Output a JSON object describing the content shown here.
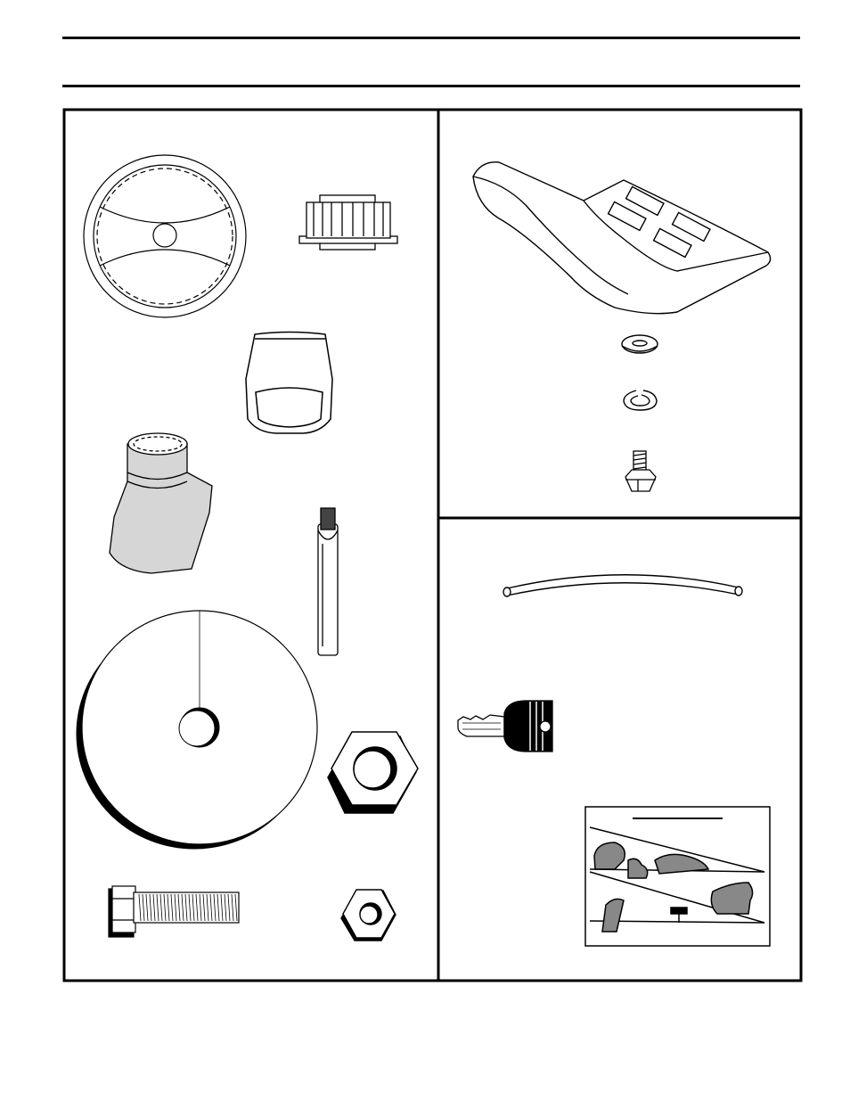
{
  "page": {
    "title": "",
    "subtitle": ""
  },
  "parts": [
    {
      "id": "steering-wheel",
      "icon": "steering-wheel-icon"
    },
    {
      "id": "steering-adapter",
      "icon": "splined-adapter-icon"
    },
    {
      "id": "steering-cap",
      "icon": "steering-cap-icon"
    },
    {
      "id": "steering-boot",
      "icon": "steering-boot-icon"
    },
    {
      "id": "steering-shaft-extension",
      "icon": "shaft-extension-icon"
    },
    {
      "id": "large-washer",
      "icon": "large-washer-icon"
    },
    {
      "id": "large-hex-nut",
      "icon": "large-hex-nut-icon"
    },
    {
      "id": "hex-bolt",
      "icon": "hex-bolt-icon"
    },
    {
      "id": "small-hex-nut",
      "icon": "small-hex-nut-icon"
    },
    {
      "id": "seat",
      "icon": "seat-icon"
    },
    {
      "id": "flat-washer",
      "icon": "flat-washer-icon"
    },
    {
      "id": "lock-washer",
      "icon": "lock-washer-icon"
    },
    {
      "id": "shoulder-bolt",
      "icon": "shoulder-bolt-icon"
    },
    {
      "id": "hose",
      "icon": "hose-icon"
    },
    {
      "id": "ignition-key",
      "icon": "ignition-key-icon"
    },
    {
      "id": "slope-gauge",
      "icon": "slope-gauge-icon"
    }
  ]
}
